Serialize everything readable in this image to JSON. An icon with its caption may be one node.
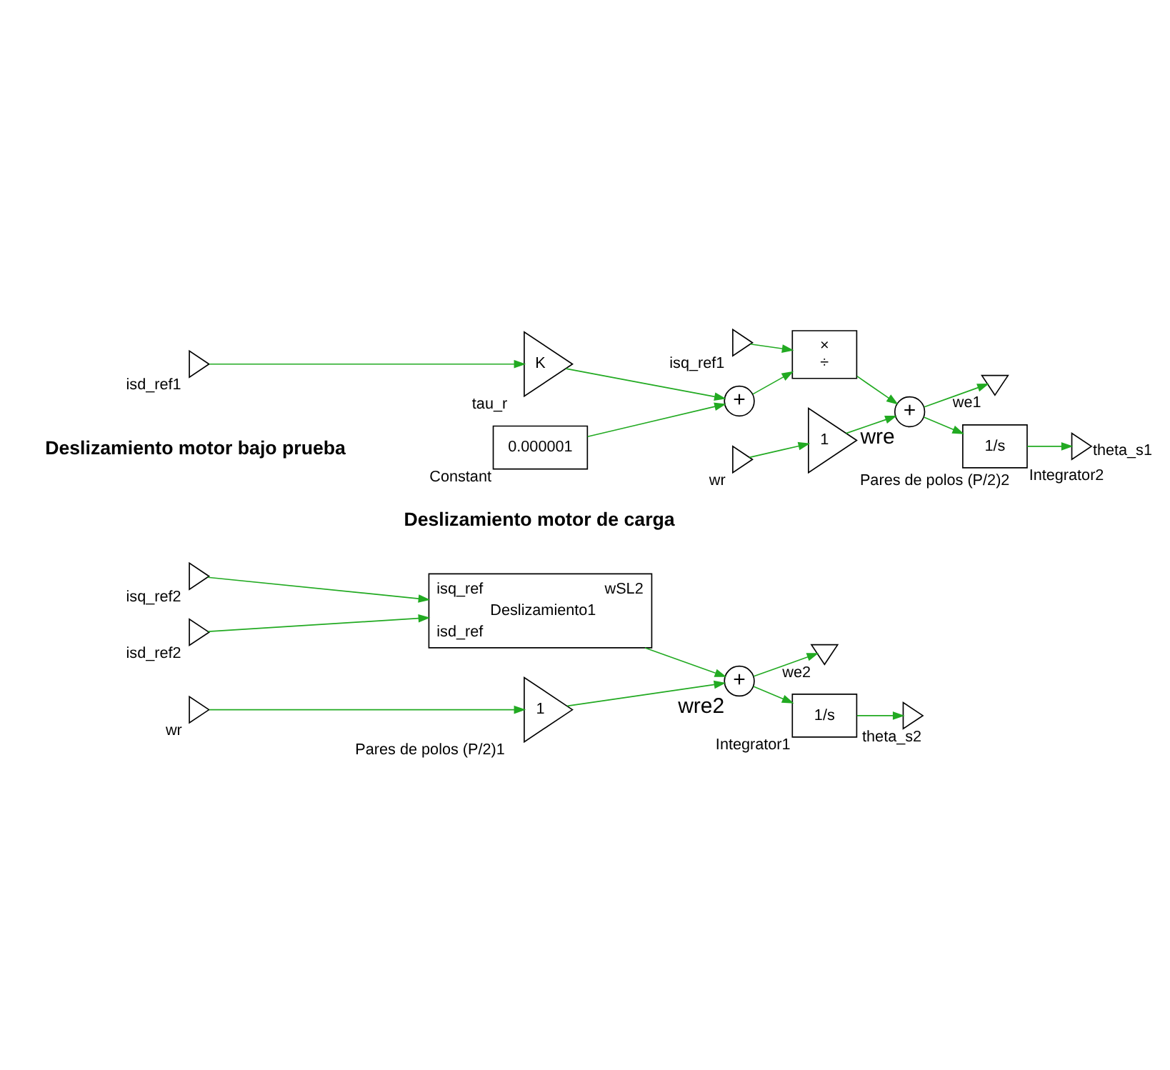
{
  "diagram": {
    "nodes": [
      {
        "text": [
          "isq_ref1"
        ]
      },
      {
        "text": [
          "isd_ref1"
        ]
      },
      {
        "text": [
          "K"
        ],
        "beside": [
          "tau_r"
        ]
      },
      {
        "text": [
          "+"
        ]
      },
      {
        "text": [
          "0.000001"
        ],
        "beside": [
          "Constant"
        ]
      },
      {
        "text": [
          "×",
          "÷"
        ]
      },
      {
        "text": [
          "+"
        ],
        "beside": [
          "wre"
        ]
      },
      {
        "text": [
          "wr"
        ]
      },
      {
        "text": [
          "1"
        ],
        "beside": [
          "Pares de polos (P/2)2"
        ]
      },
      {
        "text": [
          "1/s"
        ],
        "beside": [
          "Integrator2"
        ]
      },
      {
        "text": [
          "theta_s1"
        ]
      },
      {
        "text": [
          "we1"
        ]
      },
      {
        "text": [
          "isq_ref2"
        ]
      },
      {
        "text": [
          "isd_ref2"
        ]
      },
      {
        "text": [
          "Deslizamiento1",
          "isq_ref",
          "isd_ref",
          "wSL2"
        ]
      },
      {
        "text": [
          "+"
        ],
        "beside": [
          "wre2"
        ]
      },
      {
        "text": [
          "wr"
        ]
      },
      {
        "text": [
          "1"
        ],
        "beside": [
          "Pares de polos (P/2)1"
        ]
      },
      {
        "text": [
          "1/s"
        ],
        "beside": [
          "Integrator1"
        ]
      },
      {
        "text": [
          "theta_s2"
        ]
      },
      {
        "text": [
          "we2"
        ]
      }
    ],
    "edges": [
      {
        "from": 1,
        "to": 2,
        "arrow": "to"
      },
      {
        "from": 2,
        "to": 3,
        "arrow": "to"
      },
      {
        "from": 4,
        "to": 3,
        "arrow": "to"
      },
      {
        "from": 0,
        "to": 5,
        "arrow": "to"
      },
      {
        "from": 3,
        "to": 5,
        "arrow": "to"
      },
      {
        "from": 5,
        "to": 6,
        "arrow": "to"
      },
      {
        "from": 7,
        "to": 8,
        "arrow": "to"
      },
      {
        "from": 8,
        "to": 6,
        "arrow": "to"
      },
      {
        "from": 6,
        "to": 9,
        "arrow": "to"
      },
      {
        "from": 6,
        "to": 11,
        "arrow": "to"
      },
      {
        "from": 9,
        "to": 10,
        "arrow": "to"
      },
      {
        "from": 12,
        "to": 14,
        "arrow": "to"
      },
      {
        "from": 13,
        "to": 14,
        "arrow": "to"
      },
      {
        "from": 14,
        "to": 15,
        "arrow": "to"
      },
      {
        "from": 16,
        "to": 17,
        "arrow": "to"
      },
      {
        "from": 17,
        "to": 15,
        "arrow": "to"
      },
      {
        "from": 15,
        "to": 18,
        "arrow": "to"
      },
      {
        "from": 15,
        "to": 20,
        "arrow": "to"
      },
      {
        "from": 18,
        "to": 19,
        "arrow": "to"
      }
    ],
    "labels": [
      "Deslizamiento motor bajo prueba",
      "Deslizamiento motor de carga"
    ]
  }
}
